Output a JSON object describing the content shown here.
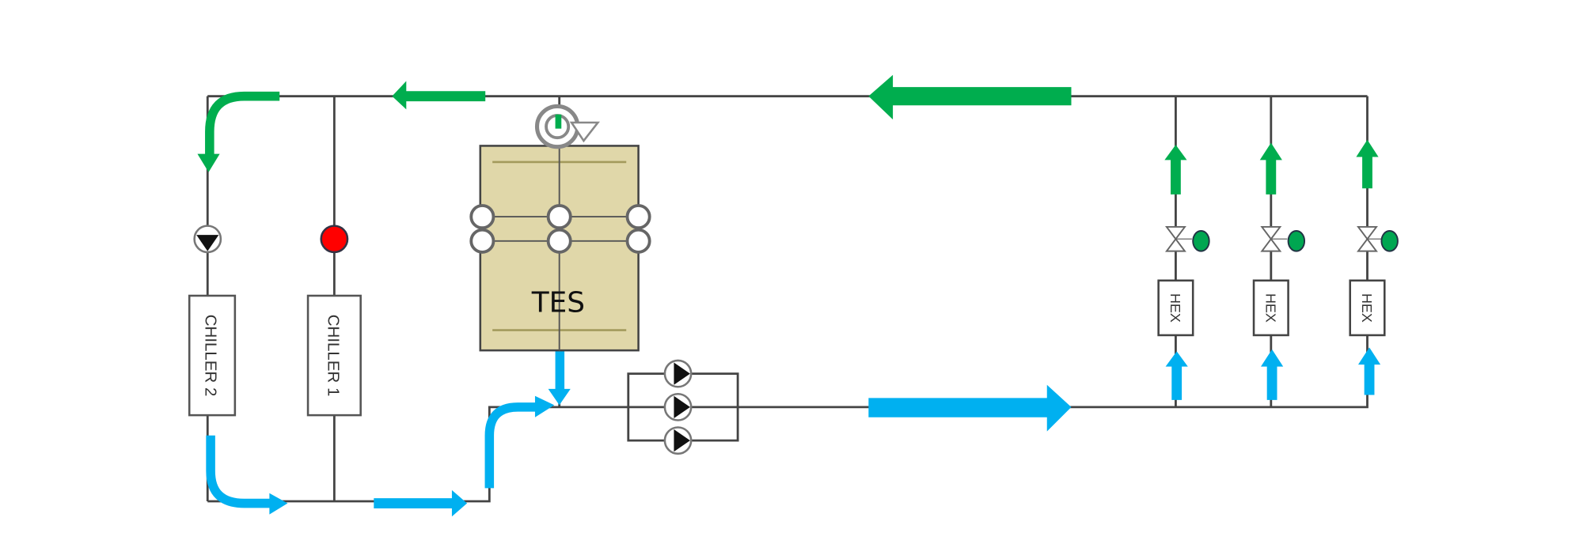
{
  "colors": {
    "supply_flow": "#00ad4e",
    "return_flow": "#00b0f0",
    "pipe": "#444444",
    "tes_fill": "#e0d7a9",
    "chiller1_status": "#ff0000",
    "valve_status": "#00a651"
  },
  "chillers": [
    {
      "label": "CHILLER 2",
      "status_icon": "pump-icon"
    },
    {
      "label": "CHILLER 1",
      "status_icon": "red-status-indicator"
    }
  ],
  "tes": {
    "label": "TES",
    "top_icon": "recirculation-icon"
  },
  "distribution_pumps": {
    "count": 3,
    "icon": "pump-icon"
  },
  "loads": [
    {
      "label": "HEX",
      "valve_icon": "valve-icon"
    },
    {
      "label": "HEX",
      "valve_icon": "valve-icon"
    },
    {
      "label": "HEX",
      "valve_icon": "valve-icon"
    }
  ]
}
